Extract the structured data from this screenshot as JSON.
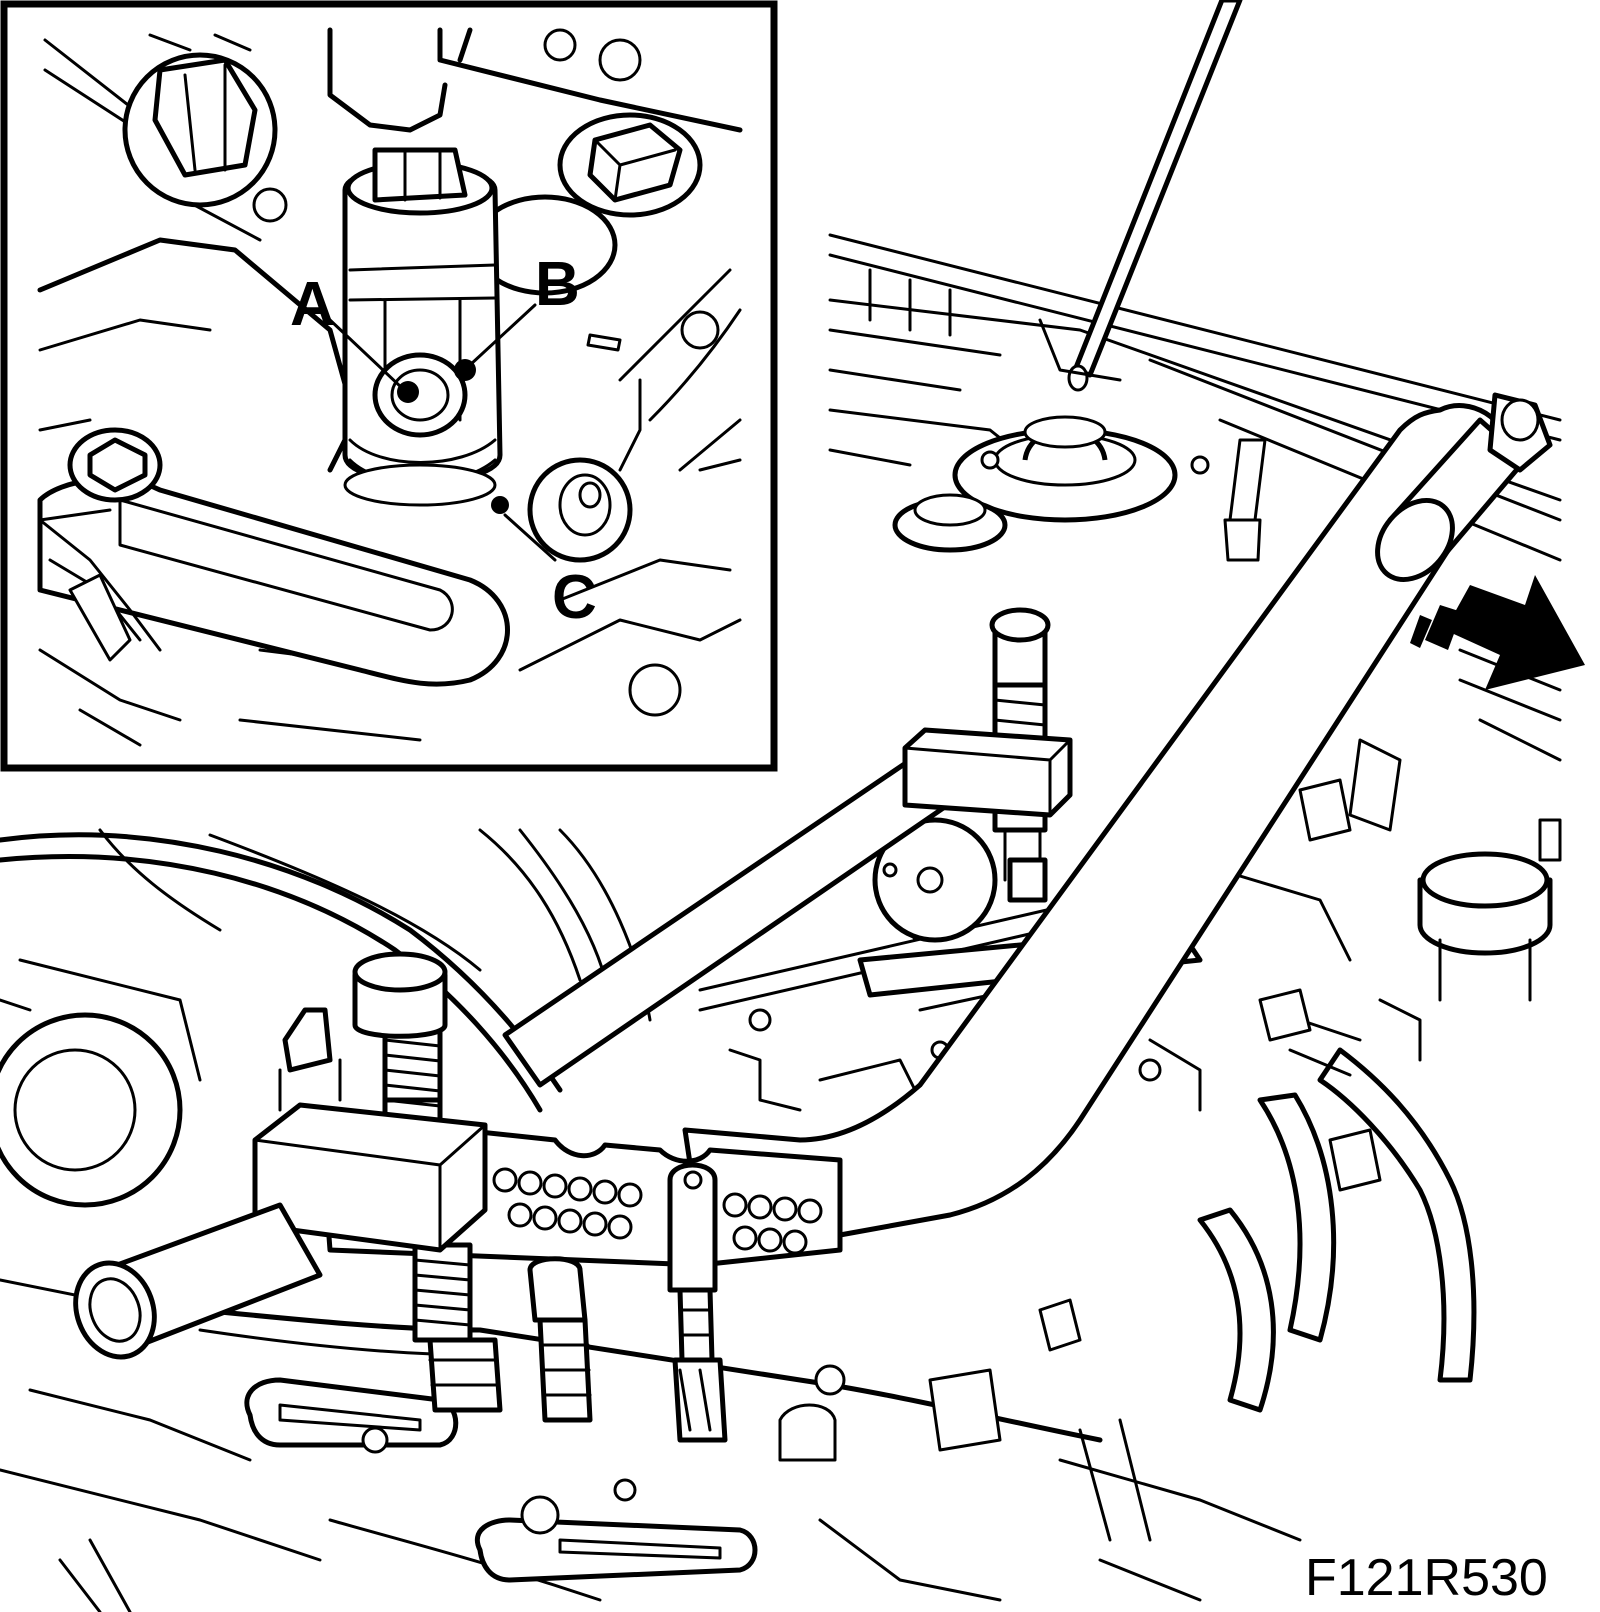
{
  "figure": {
    "reference_code": "F121R530",
    "callouts": [
      {
        "id": "A",
        "label": "A"
      },
      {
        "id": "B",
        "label": "B"
      },
      {
        "id": "C",
        "label": "C"
      }
    ],
    "colors": {
      "line": "#000000",
      "background": "#ffffff"
    }
  }
}
